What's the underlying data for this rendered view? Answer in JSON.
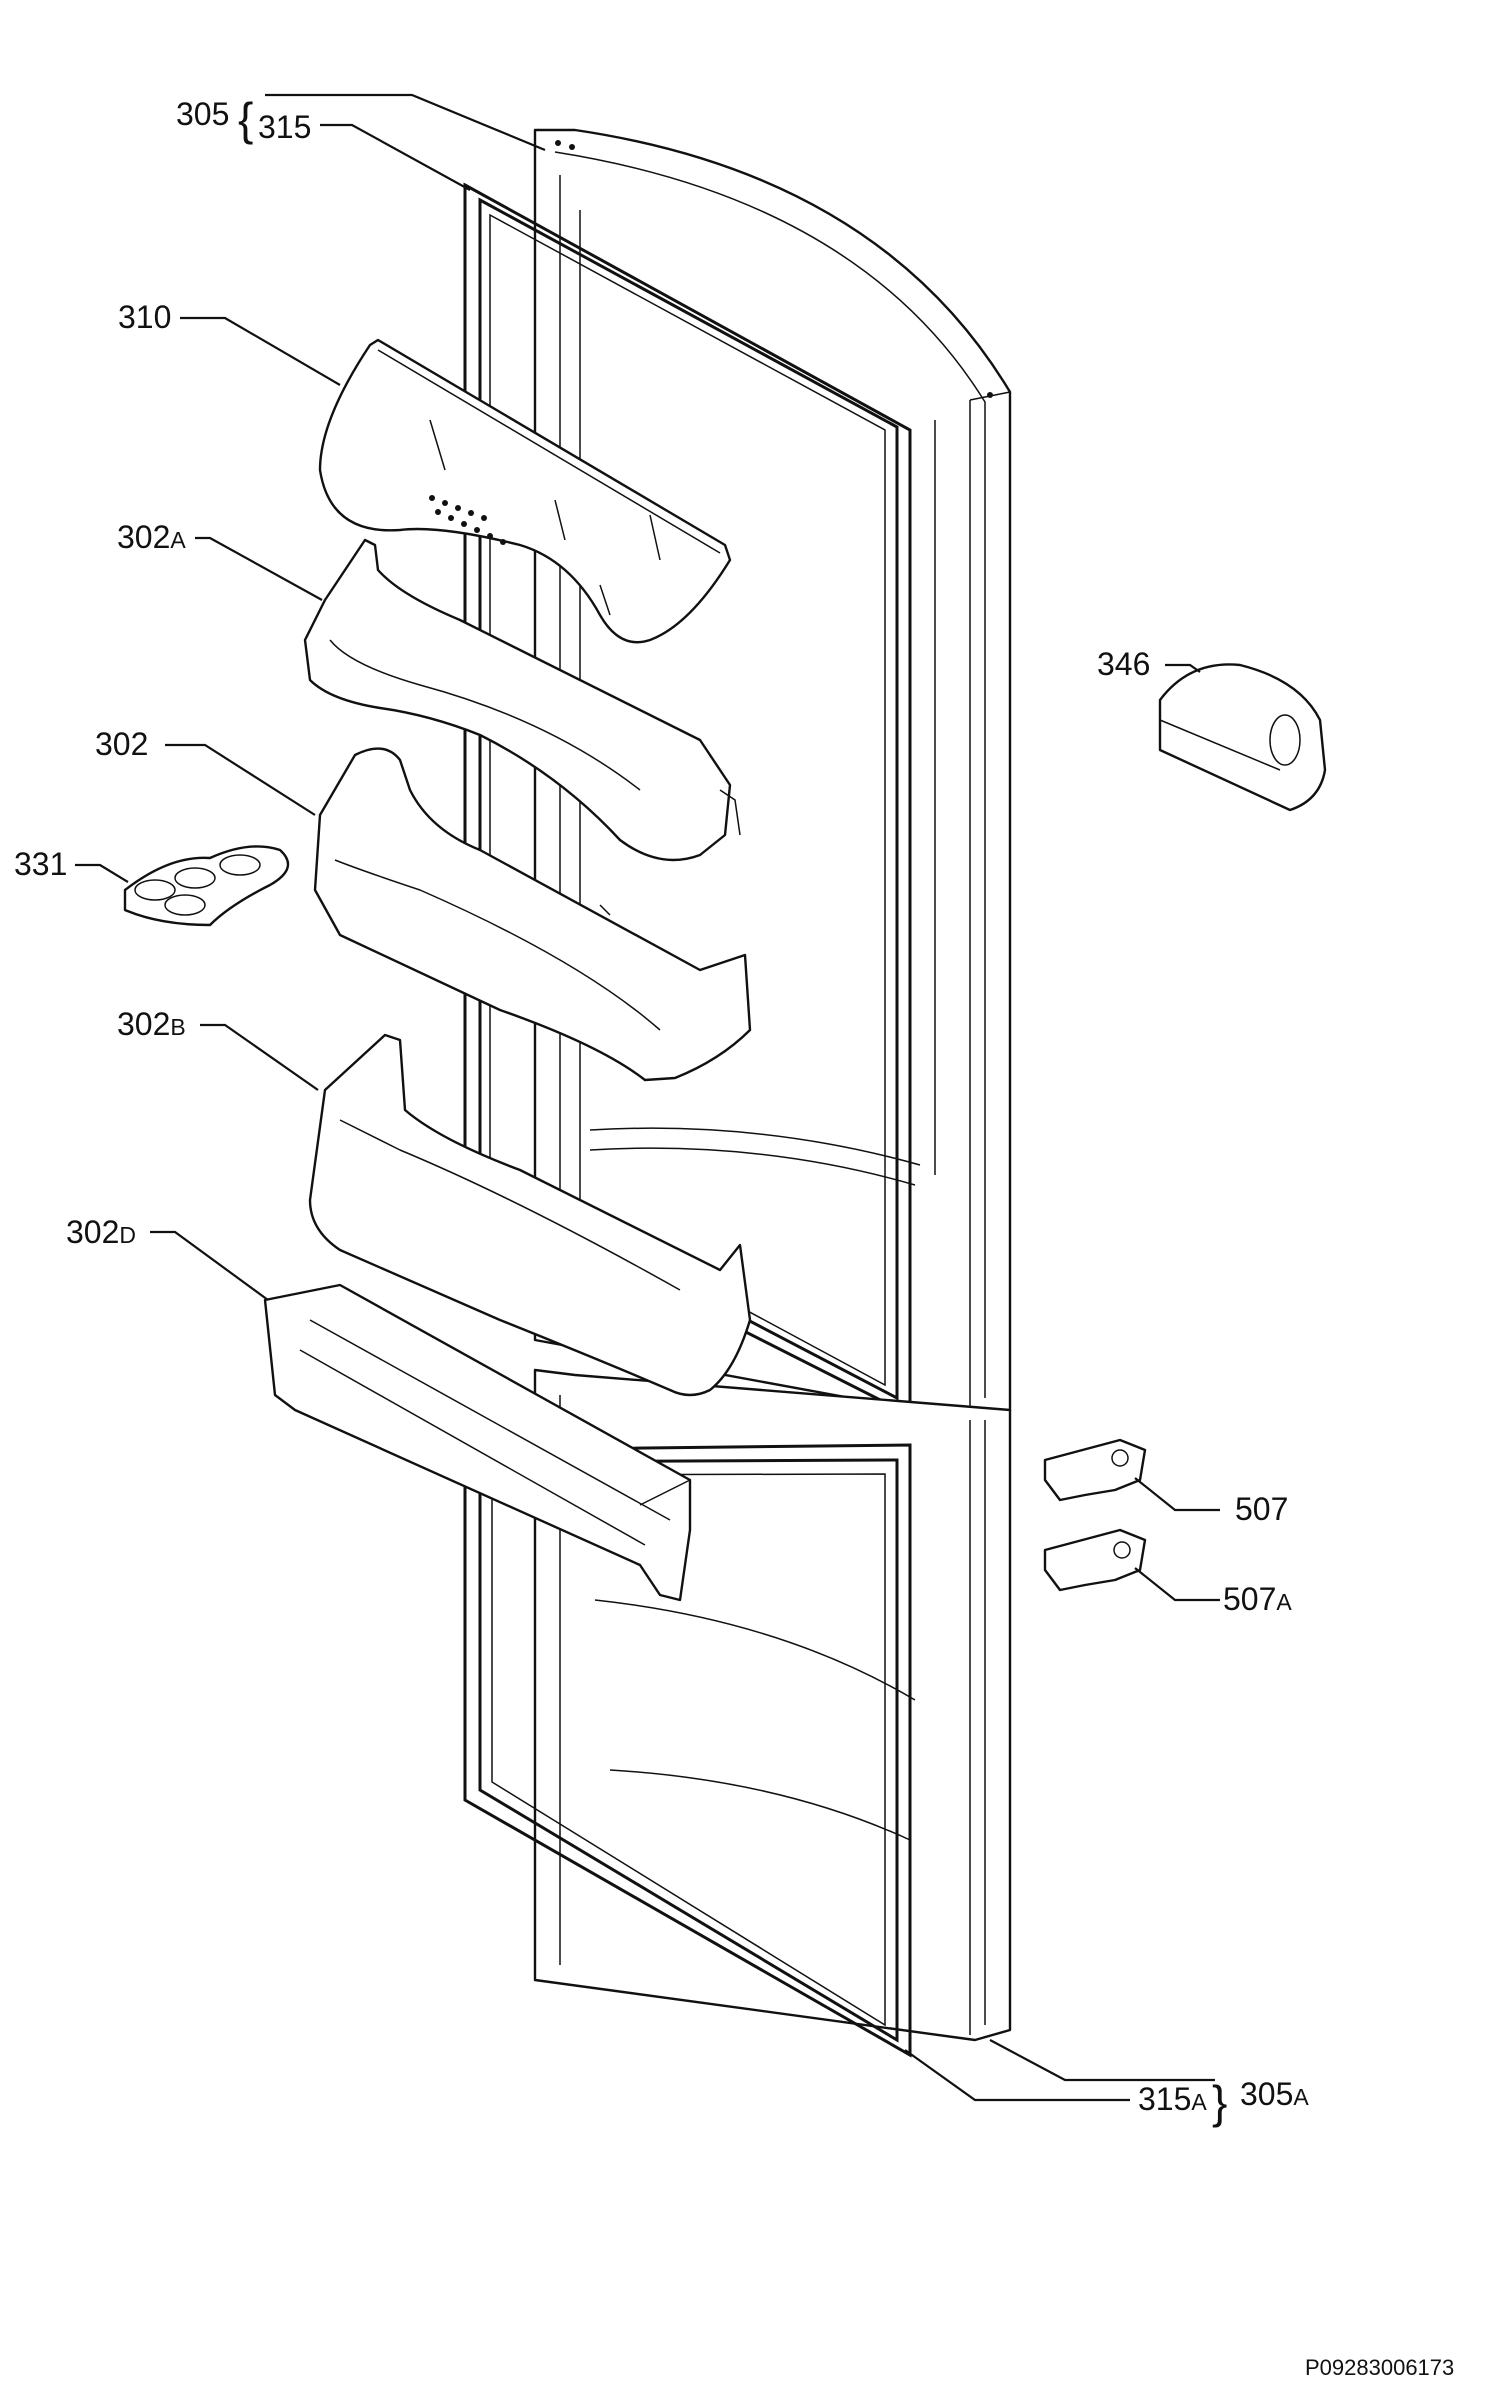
{
  "labels": {
    "l305": {
      "num": "305",
      "suffix": ""
    },
    "l315": {
      "num": "315",
      "suffix": ""
    },
    "l310": {
      "num": "310",
      "suffix": ""
    },
    "l302a": {
      "num": "302",
      "suffix": "A"
    },
    "l302": {
      "num": "302",
      "suffix": ""
    },
    "l331": {
      "num": "331",
      "suffix": ""
    },
    "l302b": {
      "num": "302",
      "suffix": "B"
    },
    "l302d": {
      "num": "302",
      "suffix": "D"
    },
    "l346": {
      "num": "346",
      "suffix": ""
    },
    "l507": {
      "num": "507",
      "suffix": ""
    },
    "l507a": {
      "num": "507",
      "suffix": "A"
    },
    "l315a": {
      "num": "315",
      "suffix": "A"
    },
    "l305a": {
      "num": "305",
      "suffix": "A"
    }
  },
  "drawing_code": "P09283006173"
}
